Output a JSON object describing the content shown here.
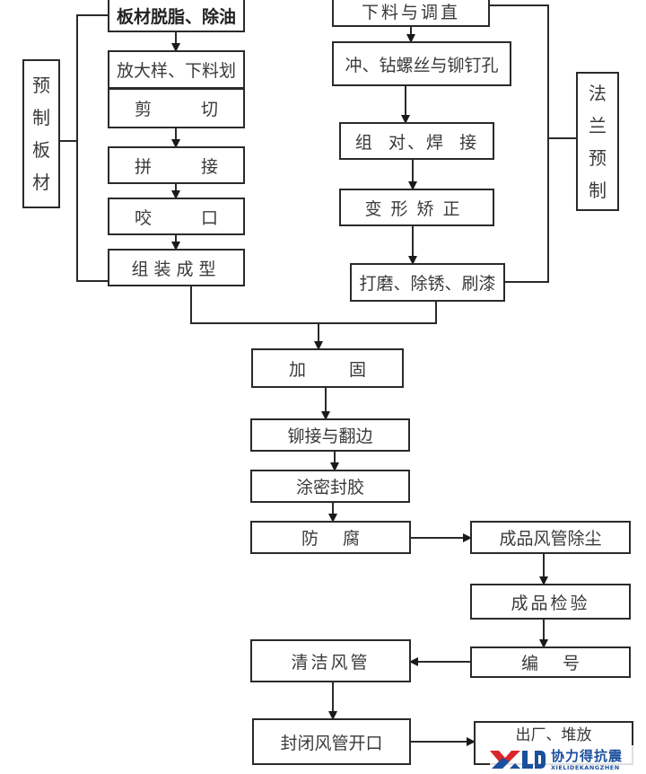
{
  "title": "风管制作工艺流程",
  "left_group": {
    "label_chars": [
      "预",
      "制",
      "板",
      "材"
    ],
    "steps": {
      "degrease": "板材脱脂、除油",
      "layout": "放大样、下料划",
      "cut": [
        "剪",
        "切"
      ],
      "splice": [
        "拼",
        "接"
      ],
      "seam": [
        "咬",
        "口"
      ],
      "assemble": "组装成型"
    }
  },
  "right_group": {
    "label_chars": [
      "法",
      "兰",
      "预",
      "制"
    ],
    "steps": {
      "blank": "下料与调直",
      "punch": "冲、钻螺丝与铆钉孔",
      "weld": "组  对、焊  接",
      "correct": "变形矫正",
      "finish": "打磨、除锈、刷漆"
    }
  },
  "main_flow": {
    "reinforce": [
      "加",
      "固"
    ],
    "rivet_flange": "铆接与翻边",
    "sealant": "涂密封胶",
    "anticorrosion": [
      "防",
      "腐"
    ],
    "dust_removal": "成品风管除尘",
    "inspection": "成品检验",
    "numbering": [
      "编",
      "号"
    ],
    "clean": "清洁风管",
    "seal_openings": "封闭风管开口",
    "ship_store": "出厂、堆放"
  },
  "watermark": {
    "mark": "XLD",
    "name_cn": "协力得抗震",
    "name_en": "XIELIDEKANGZHEN",
    "colors": {
      "red": "#d9262b",
      "blue": "#1a4f9c"
    }
  },
  "colors": {
    "line": "#2a2a2a",
    "text": "#3a3a3a",
    "background": "#ffffff"
  }
}
